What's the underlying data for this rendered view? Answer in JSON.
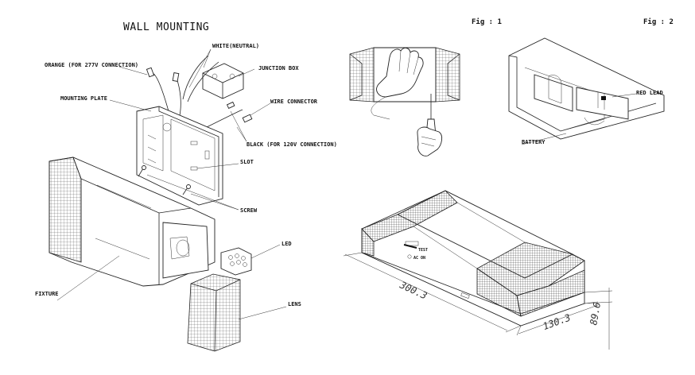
{
  "title": "WALL MOUNTING",
  "fig1": "Fig : 1",
  "fig2": "Fig : 2",
  "labels": {
    "orange": "ORANGE (FOR 277V CONNECTION)",
    "white": "WHITE(NEUTRAL)",
    "junction_box": "JUNCTION BOX",
    "mounting_plate": "MOUNTING PLATE",
    "wire_connector": "WIRE CONNECTOR",
    "black": "BLACK (FOR 120V CONNECTION)",
    "slot": "SLOT",
    "screw": "SCREW",
    "led": "LED",
    "fixture": "FIXTURE",
    "lens": "LENS",
    "red_lead": "RED LEAD",
    "battery": "BATTERY"
  },
  "unit_text": {
    "test": "TEST",
    "ac_on": "AC ON"
  },
  "dimensions": {
    "length": "300.3",
    "width": "130.3",
    "height": "89.6"
  }
}
